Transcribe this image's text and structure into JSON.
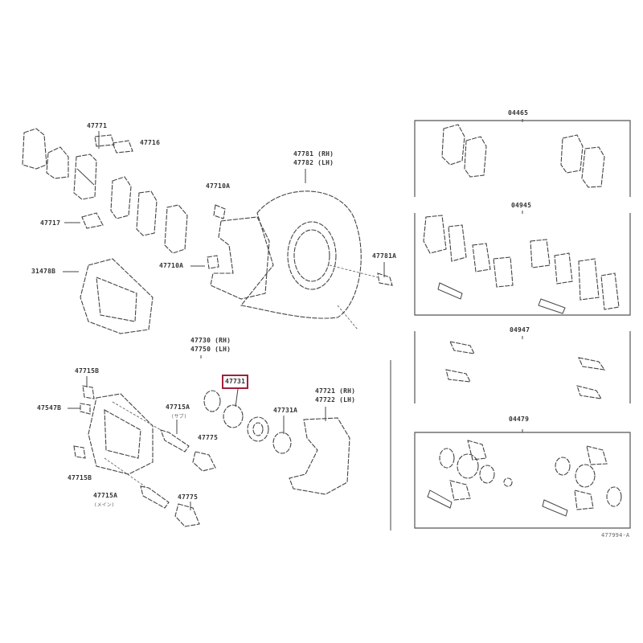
{
  "diagram": {
    "labels": {
      "p47771": "47771",
      "p47716": "47716",
      "p47781_rh": "47781 (RH)",
      "p47782_lh": "47782 (LH)",
      "p47710a_top": "47710A",
      "p47717": "47717",
      "p31478b": "31478B",
      "p47710a_mid": "47710A",
      "p47781a": "47781A",
      "p47730_rh": "47730 (RH)",
      "p47750_lh": "47750 (LH)",
      "p47715b_top": "47715B",
      "p47731": "47731",
      "p47721_rh": "47721 (RH)",
      "p47722_lh": "47722 (LH)",
      "p47547b": "47547B",
      "p47715a_sub": "47715A",
      "p47715a_sub_note": "(サブ)",
      "p47731a": "47731A",
      "p47775_top": "47775",
      "p47715b_bot": "47715B",
      "p47715a_main": "47715A",
      "p47715a_main_note": "(メイン)",
      "p47775_bot": "47775"
    },
    "kits": [
      {
        "code": "04465"
      },
      {
        "code": "04945"
      },
      {
        "code": "04947"
      },
      {
        "code": "04479"
      }
    ],
    "figure_id": "477994-A",
    "highlight_color": "#a0213a"
  }
}
